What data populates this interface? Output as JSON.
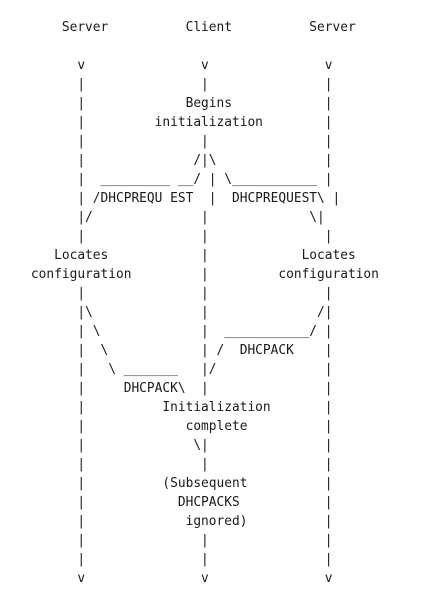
{
  "diagram": {
    "lines": [
      "        Server          Client          Server",
      "",
      "          v               v               v",
      "          |               |               |",
      "          |             Begins            |",
      "          |         initialization        |",
      "          |               |               |",
      "          |              /|\\              |",
      "          |  _________ __/ | \\___________ |",
      "          | /DHCPREQU EST  |  DHCPREQUEST\\ |",
      "          |/              |             \\|",
      "          |               |               |",
      "       Locates            |            Locates",
      "    configuration         |         configuration",
      "          |               |               |",
      "          |\\              |              /|",
      "          | \\             |  ___________/ |",
      "          |  \\            | /  DHCPACK    |",
      "          |   \\ _______   |/              |",
      "          |     DHCPACK\\  |               |",
      "          |          Initialization       |",
      "          |             complete          |",
      "          |              \\|               |",
      "          |               |               |",
      "          |          (Subsequent          |",
      "          |            DHCPACKS           |",
      "          |             ignored)          |",
      "          |               |               |",
      "          |               |               |",
      "          v               v               v"
    ]
  }
}
